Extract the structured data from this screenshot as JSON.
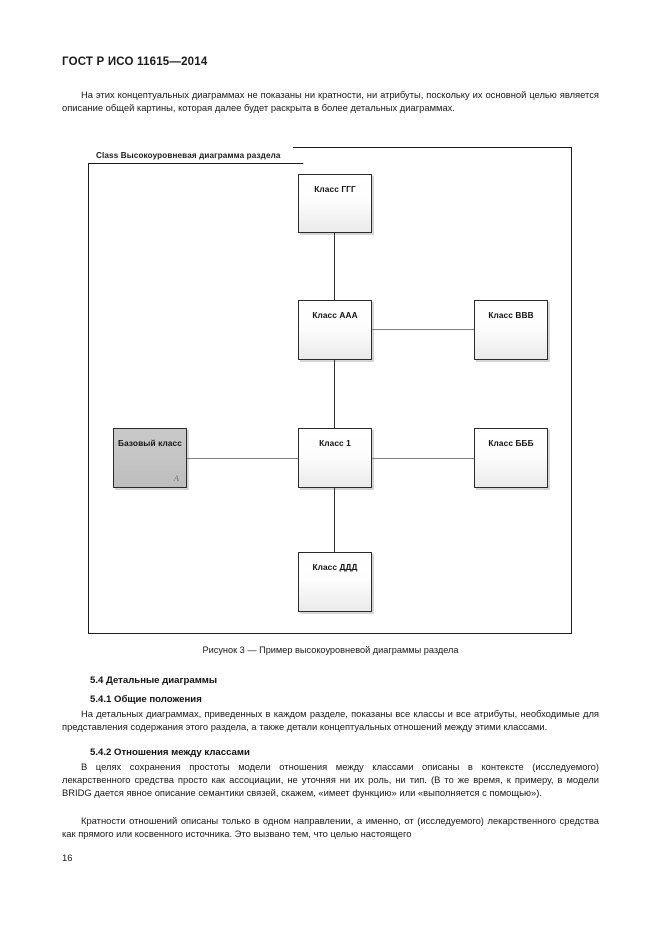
{
  "document": {
    "running_head": "ГОСТ Р ИСО 11615—2014",
    "page_number": "16"
  },
  "body": {
    "intro_paragraph": "На этих концептуальных диаграммах не показаны ни кратности, ни атрибуты, поскольку их основной целью является описание общей картины, которая далее будет раскрыта в более детальных диаграммах.",
    "figure_caption": "Рисунок 3 — Пример высокоуровневой диаграммы раздела",
    "heading_54": "5.4 Детальные диаграммы",
    "heading_541": "5.4.1 Общие положения",
    "paragraph_541": "На детальных диаграммах, приведенных в каждом разделе, показаны все классы и все атрибуты, необходимые для представления содержания этого раздела, а также детали концептуальных отношений между этими классами.",
    "heading_542": "5.4.2 Отношения между классами",
    "paragraph_542": "В целях сохранения простоты модели отношения между классами описаны в контексте (исследуемого) лекарственного средства просто как ассоциации, не уточняя ни их роль, ни тип. (В то же время, к примеру, в модели BRIDG дается явное описание семантики связей, скажем, «имеет функцию» или «выполняется с помощью»).",
    "paragraph_543": "Кратности отношений описаны только в одном направлении, а именно, от (исследуемого) лекарственного средства как прямого или косвенного источника. Это вызвано тем, что целью настоящего"
  },
  "figure": {
    "frame_label": "Class Высокоуровневая диаграмма раздела",
    "classes": [
      {
        "id": "ggg",
        "name": "Класс ГГГ",
        "abstract": false,
        "marker": ""
      },
      {
        "id": "aaa",
        "name": "Класс ААА",
        "abstract": false,
        "marker": ""
      },
      {
        "id": "vvv",
        "name": "Класс ВВВ",
        "abstract": false,
        "marker": ""
      },
      {
        "id": "base",
        "name": "Базовый класс",
        "abstract": true,
        "marker": "A"
      },
      {
        "id": "c1",
        "name": "Класс 1",
        "abstract": false,
        "marker": ""
      },
      {
        "id": "bbb",
        "name": "Класс БББ",
        "abstract": false,
        "marker": ""
      },
      {
        "id": "ddd",
        "name": "Класс ДДД",
        "abstract": false,
        "marker": ""
      }
    ],
    "associations": [
      {
        "from": "ggg",
        "to": "aaa"
      },
      {
        "from": "aaa",
        "to": "vvv"
      },
      {
        "from": "aaa",
        "to": "c1"
      },
      {
        "from": "base",
        "to": "c1"
      },
      {
        "from": "c1",
        "to": "bbb"
      },
      {
        "from": "c1",
        "to": "ddd"
      }
    ]
  },
  "colors": {
    "page_background": "#ffffff",
    "text": "#181818",
    "frame_border": "#1d1d1d",
    "class_border": "#2b2b2b",
    "class_fill_top": "#ffffff",
    "class_fill_bottom": "#ebebeb",
    "abstract_fill": "#c4c4c4",
    "connector": "#2e2e2e",
    "connector_grey": "#808080"
  }
}
